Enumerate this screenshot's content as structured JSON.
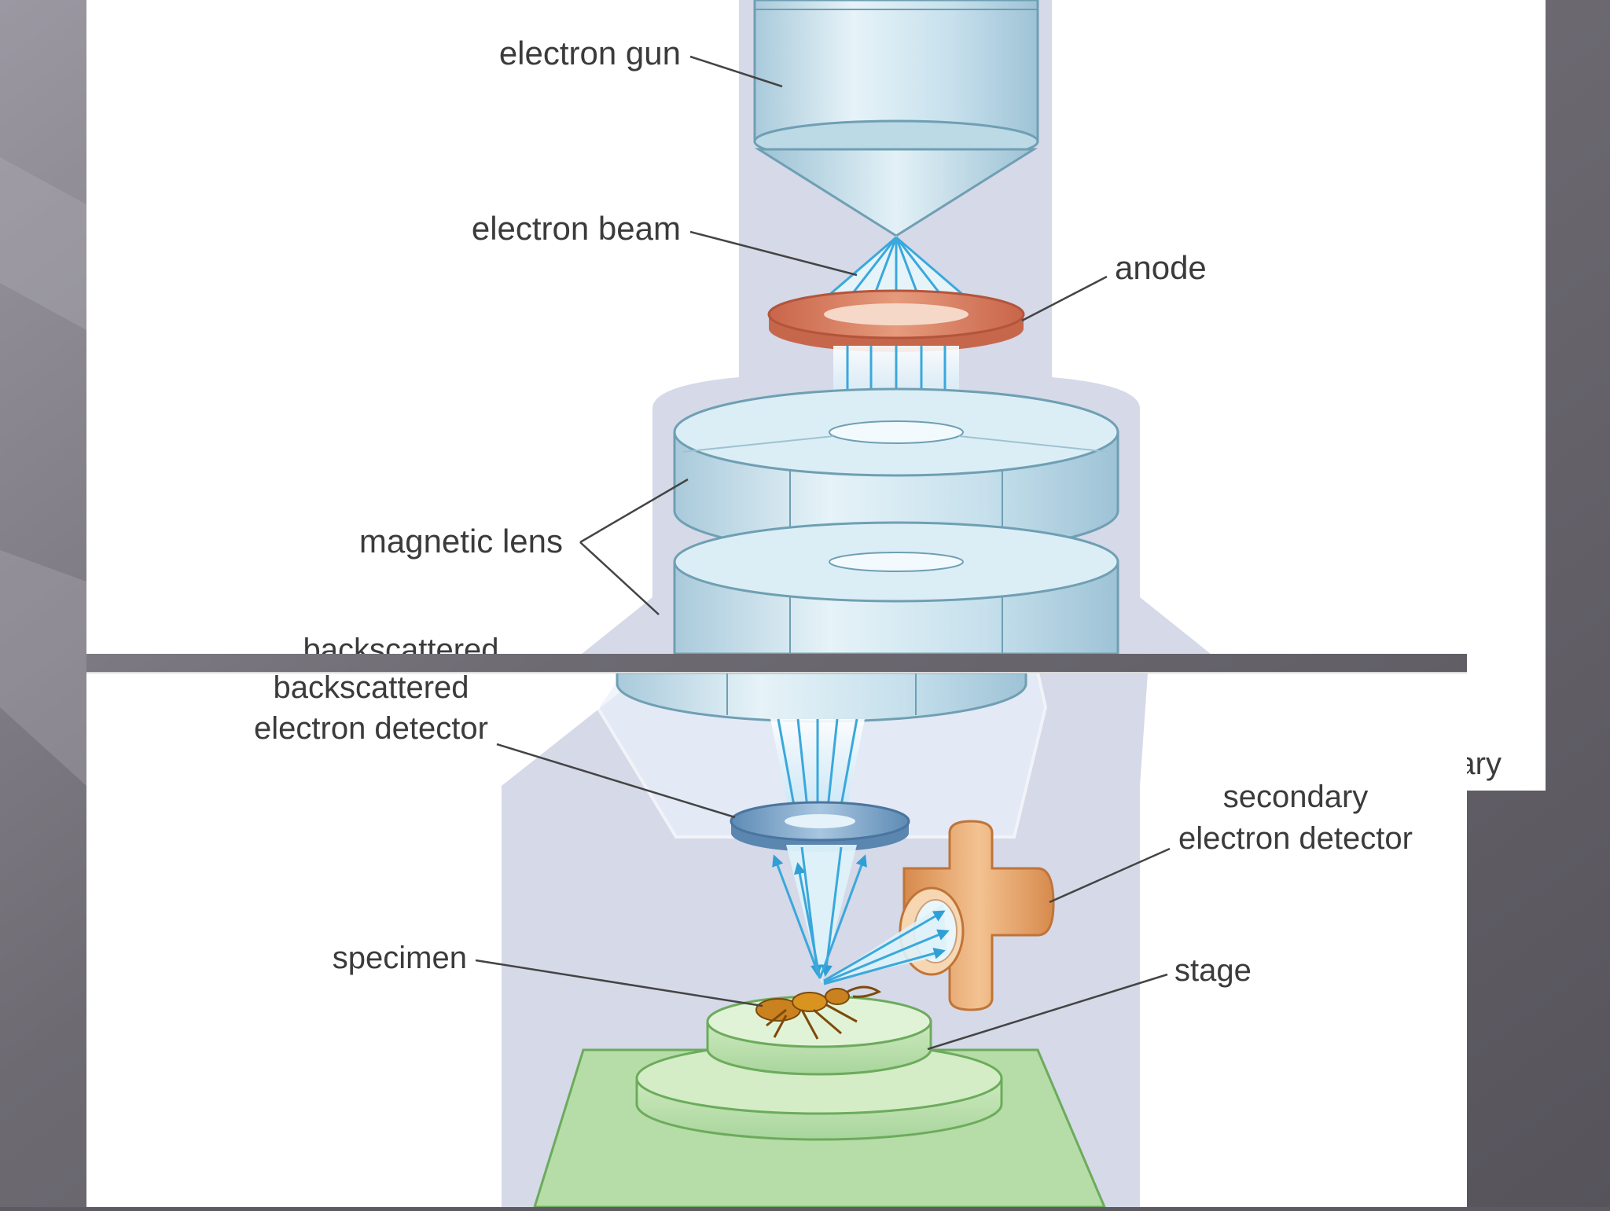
{
  "labels": {
    "electron_gun": "electron gun",
    "electron_beam": "electron beam",
    "anode": "anode",
    "magnetic_lens": "magnetic lens",
    "backscattered_cut": "backscattered",
    "backscattered_line1": "backscattered",
    "backscattered_line2": "electron detector",
    "secondary_cut": "ary",
    "secondary_line1": "secondary",
    "secondary_line2": "electron detector",
    "specimen": "specimen",
    "stage": "stage"
  },
  "colors": {
    "slide_background": "#5d5a62",
    "slide_highlight": "#9a97a0",
    "column_housing": "#d4d8e6",
    "lens_body": "#c9e1ec",
    "lens_outline": "#6f9fb3",
    "anode": "#d88263",
    "beam": "#3aa8dc",
    "backscatter_detector": "#6f9ac1",
    "secondary_detector": "#e3a366",
    "stage": "#b9dfae",
    "specimen": "#c9821f"
  }
}
